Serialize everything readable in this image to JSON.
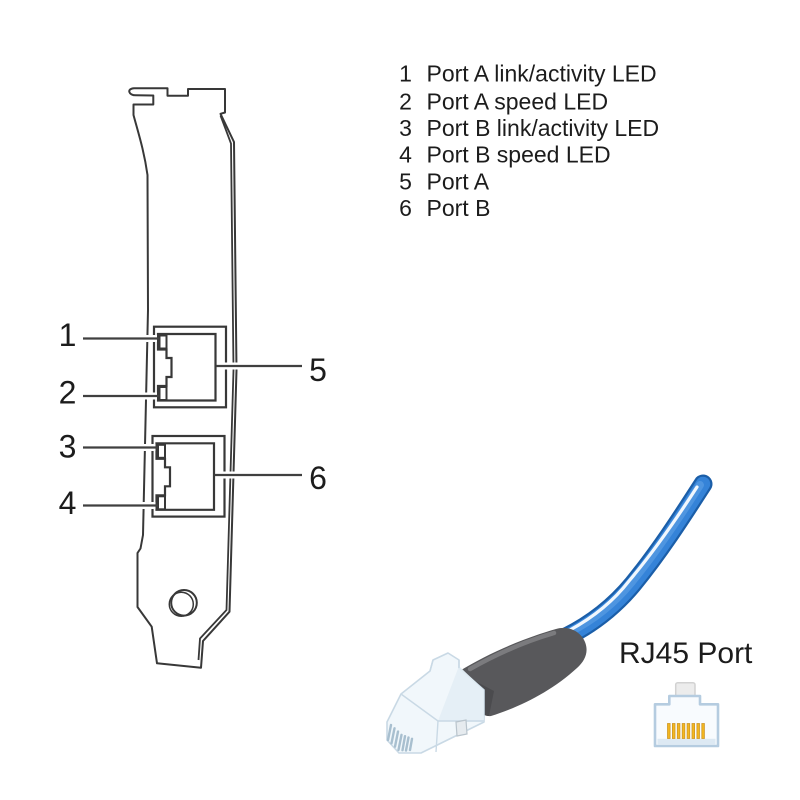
{
  "legend": {
    "items": [
      {
        "num": "1",
        "label": "Port A link/activity LED"
      },
      {
        "num": "2",
        "label": "Port A speed LED"
      },
      {
        "num": "3",
        "label": "Port B link/activity LED"
      },
      {
        "num": "4",
        "label": "Port B speed LED"
      },
      {
        "num": "5",
        "label": "Port A"
      },
      {
        "num": "6",
        "label": "Port B"
      }
    ]
  },
  "cable": {
    "label": "RJ45 Port"
  },
  "icons": {
    "rj45_port": "rj45-port-icon"
  },
  "colors": {
    "background": "#ffffff",
    "line_art": "#383838",
    "text": "#1c1c1c",
    "cable_blue": "#3583d8",
    "cable_blue_dark": "#1b5ea8",
    "cable_highlight": "#ffffff",
    "boot_gray": "#58585b",
    "boot_gray_dark": "#4b4b4e",
    "connector_body": "#f1f7fb",
    "connector_edge": "#c9d9e5",
    "icon_border": "#b5cce0",
    "pin_gold": "#f3b71f"
  }
}
